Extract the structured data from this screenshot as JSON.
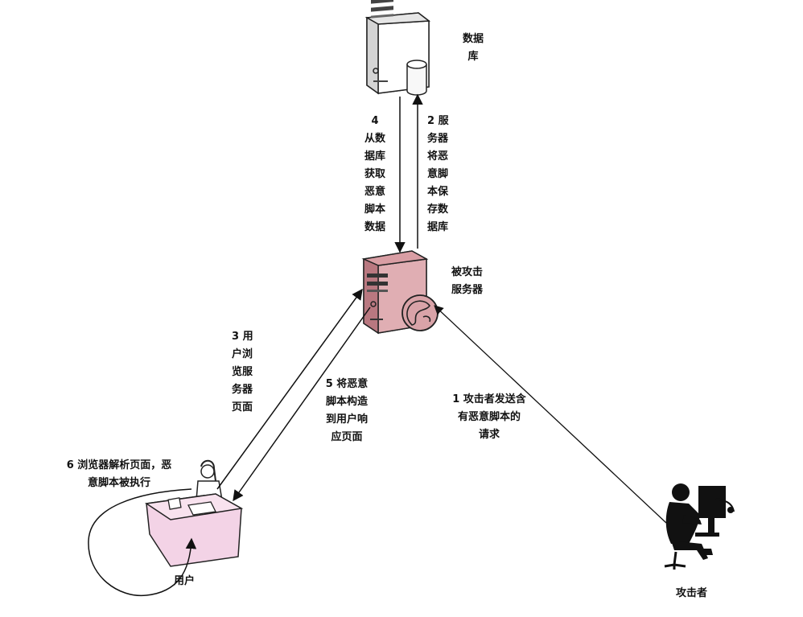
{
  "nodes": {
    "database": {
      "label": "数据\n库",
      "icon": "database-server-icon",
      "color": "#ffffff"
    },
    "server": {
      "label": "被攻击\n服务器",
      "icon": "web-server-icon",
      "color": "#d9a3a8"
    },
    "user": {
      "label": "用户",
      "icon": "user-at-desk-icon",
      "color": "#f3d3e6"
    },
    "attacker": {
      "label": "攻击者",
      "icon": "attacker-at-computer-icon",
      "color": "#000000"
    }
  },
  "steps": {
    "step1": {
      "label": "1 攻击者发送含\n有恶意脚本的\n请求"
    },
    "step2": {
      "label": "2 服\n务器\n将恶\n意脚\n本保\n存数\n据库"
    },
    "step3": {
      "label": "3 用\n户浏\n览服\n务器\n页面"
    },
    "step4": {
      "label": "4\n从数\n据库\n获取\n恶意\n脚本\n数据"
    },
    "step5": {
      "label": "5 将恶意\n脚本构造\n到用户响\n应页面"
    },
    "step6": {
      "label": "6 浏览器解析页面，恶\n意脚本被执行"
    }
  }
}
